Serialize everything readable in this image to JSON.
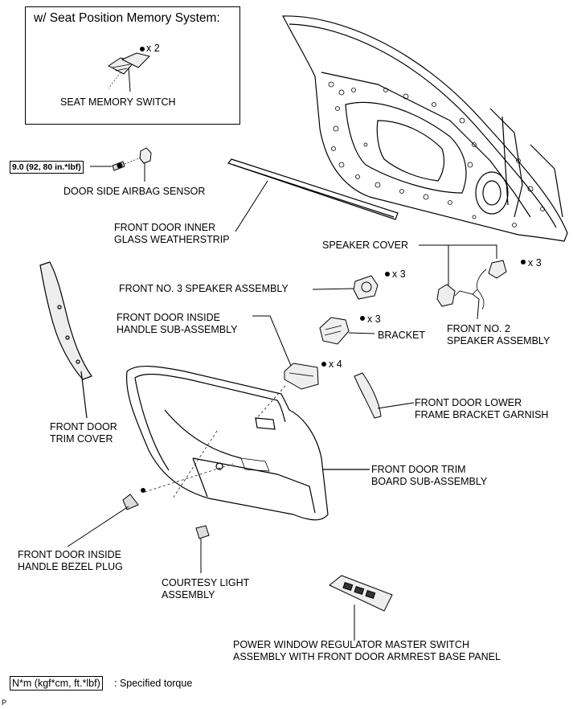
{
  "inset": {
    "title": "w/ Seat Position Memory System:",
    "qty": "x 2",
    "part_label": "SEAT MEMORY SWITCH"
  },
  "torque": {
    "value": "9.0 (92, 80 in.*lbf)"
  },
  "labels": {
    "door_side_airbag_sensor": "DOOR SIDE AIRBAG SENSOR",
    "inner_weatherstrip": [
      "FRONT DOOR INNER",
      "GLASS WEATHERSTRIP"
    ],
    "speaker_cover": "SPEAKER COVER",
    "no3_speaker": "FRONT NO. 3 SPEAKER ASSEMBLY",
    "no2_speaker": [
      "FRONT NO. 2",
      "SPEAKER ASSEMBLY"
    ],
    "inside_handle": [
      "FRONT DOOR INSIDE",
      "HANDLE SUB-ASSEMBLY"
    ],
    "bracket": "BRACKET",
    "trim_cover": [
      "FRONT DOOR",
      "TRIM COVER"
    ],
    "lower_garnish": [
      "FRONT DOOR LOWER",
      "FRAME BRACKET GARNISH"
    ],
    "trim_board": [
      "FRONT DOOR TRIM",
      "BOARD SUB-ASSEMBLY"
    ],
    "bezel_plug": [
      "FRONT DOOR INSIDE",
      "HANDLE BEZEL PLUG"
    ],
    "courtesy_light": [
      "COURTESY LIGHT",
      "ASSEMBLY"
    ],
    "master_switch": [
      "POWER WINDOW REGULATOR MASTER SWITCH",
      "ASSEMBLY WITH FRONT DOOR ARMREST BASE PANEL"
    ]
  },
  "quantities": {
    "speaker_no2": "x 3",
    "speaker_no3": "x 3",
    "bracket": "x 3",
    "handle": "x 4"
  },
  "legend": {
    "box": "N*m (kgf*cm, ft.*lbf)",
    "text": ": Specified torque"
  },
  "figure_code": "P"
}
